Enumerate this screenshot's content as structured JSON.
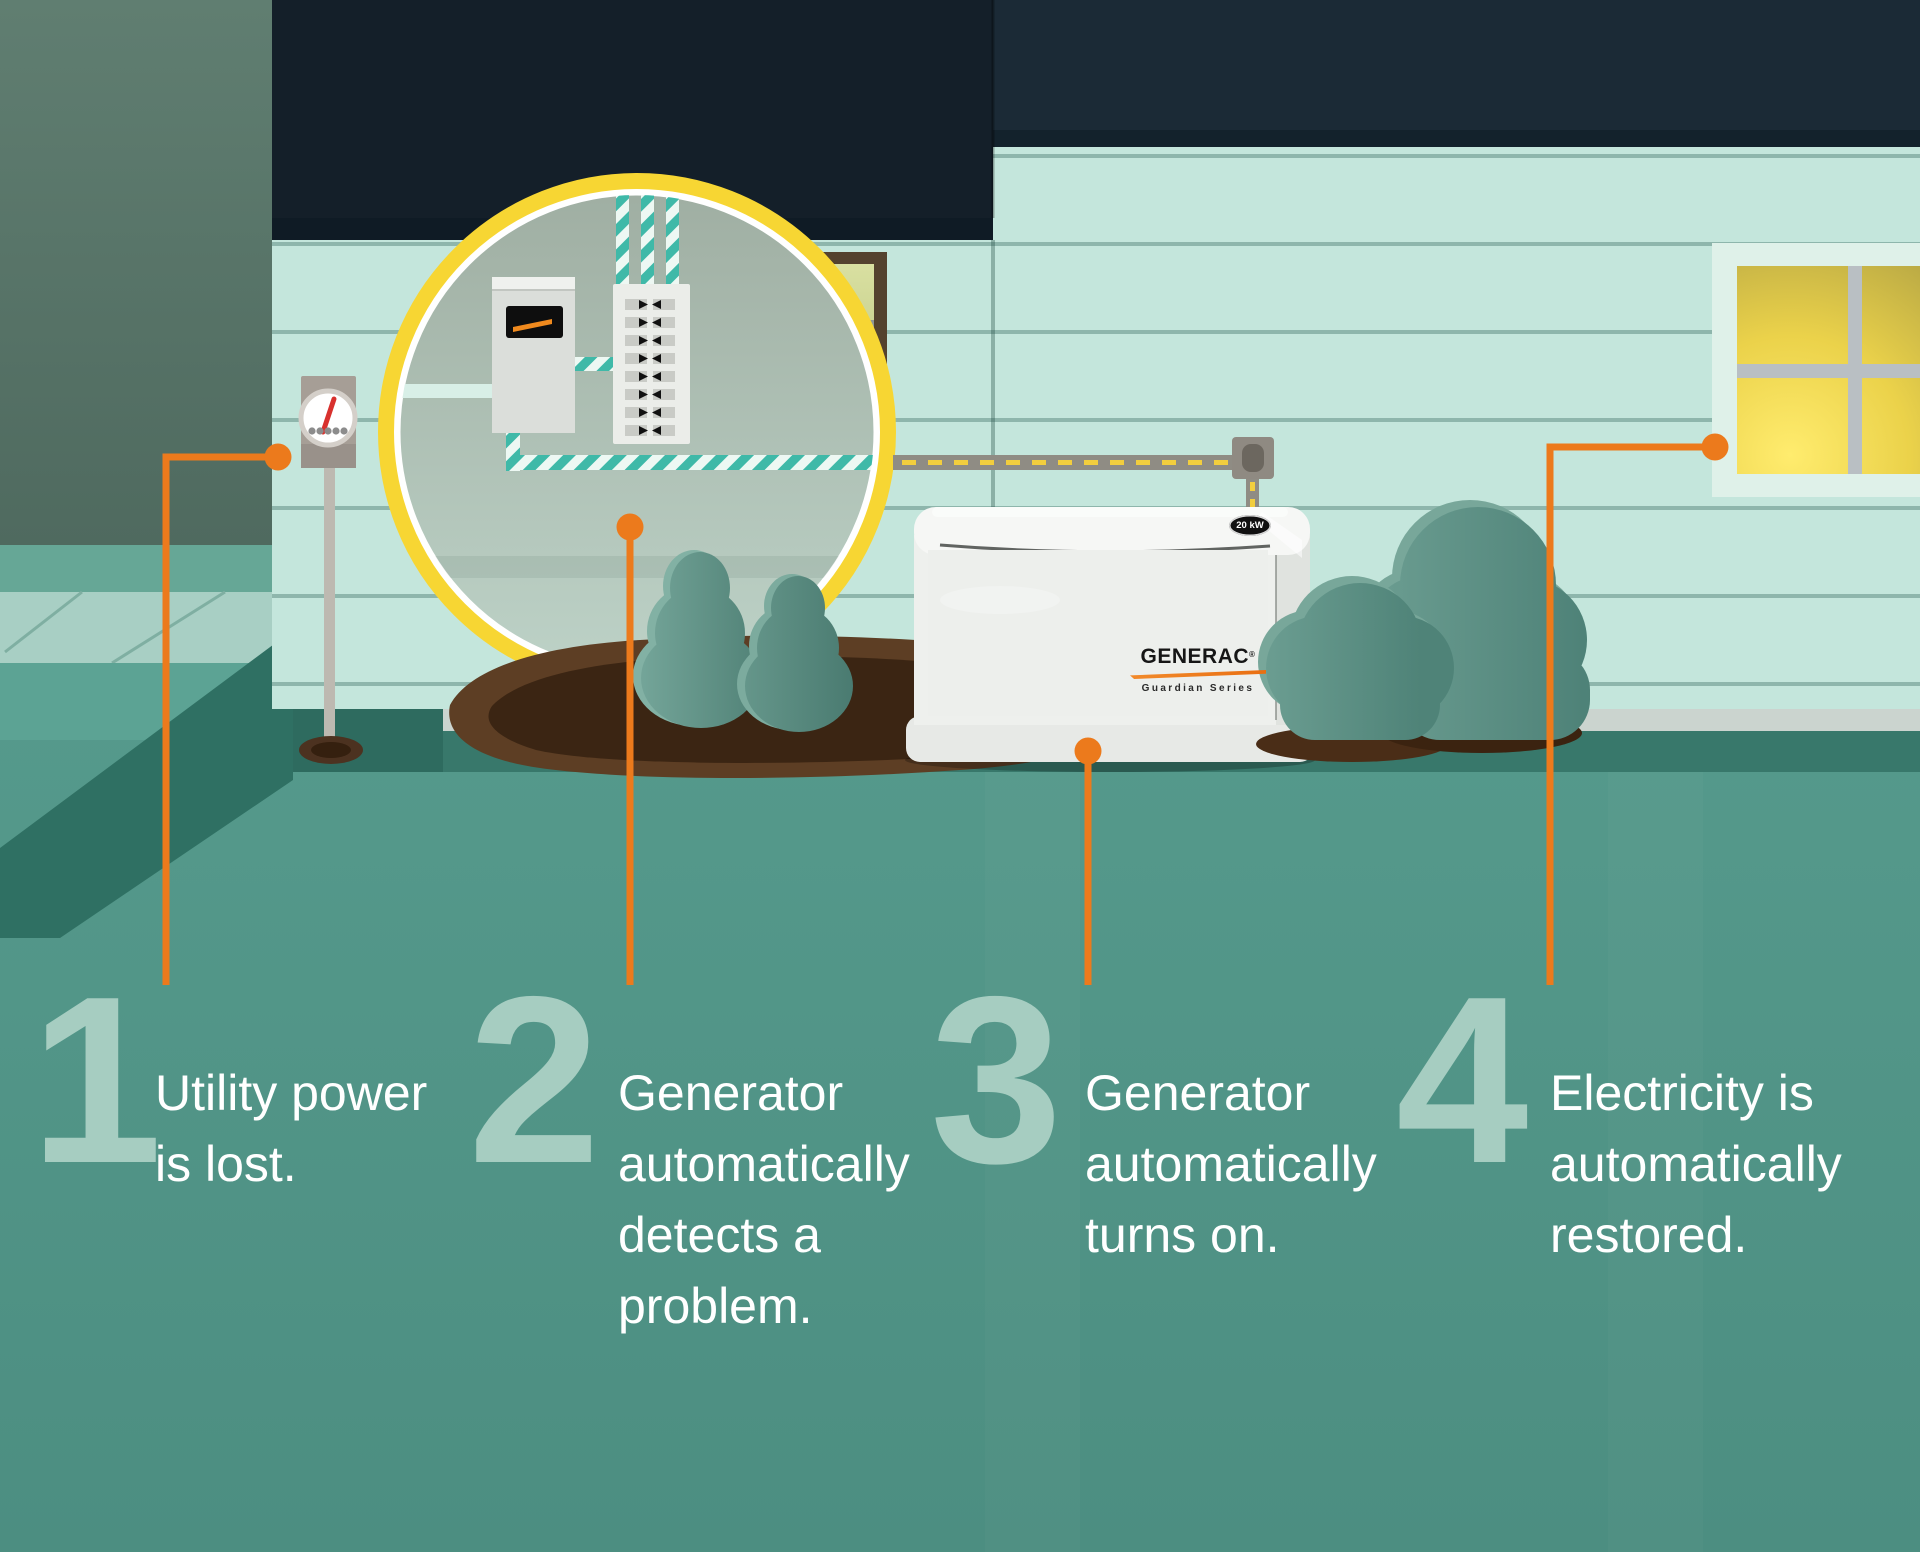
{
  "brand": {
    "name": "GENERAC",
    "registered": "®",
    "series": "Guardian Series",
    "badge": "20 kW"
  },
  "steps": [
    {
      "number": "1",
      "caption": "Utility power\nis lost."
    },
    {
      "number": "2",
      "caption": "Generator\nautomatically\ndetects a\nproblem."
    },
    {
      "number": "3",
      "caption": "Generator\nautomatically\nturns on."
    },
    {
      "number": "4",
      "caption": "Electricity is\nautomatically\nrestored."
    }
  ],
  "colors": {
    "accent_orange": "#EC7A1C",
    "ring_yellow": "#F7D633",
    "ground_teal": "#54998B",
    "siding_mint": "#C4E6DC",
    "roof_navy": "#152631",
    "dirt_brown": "#4A2F1C",
    "number_seafoam": "#A6CDC1",
    "caption_white": "#FFFFFF",
    "window_glow_yellow": "#F2D94B"
  }
}
